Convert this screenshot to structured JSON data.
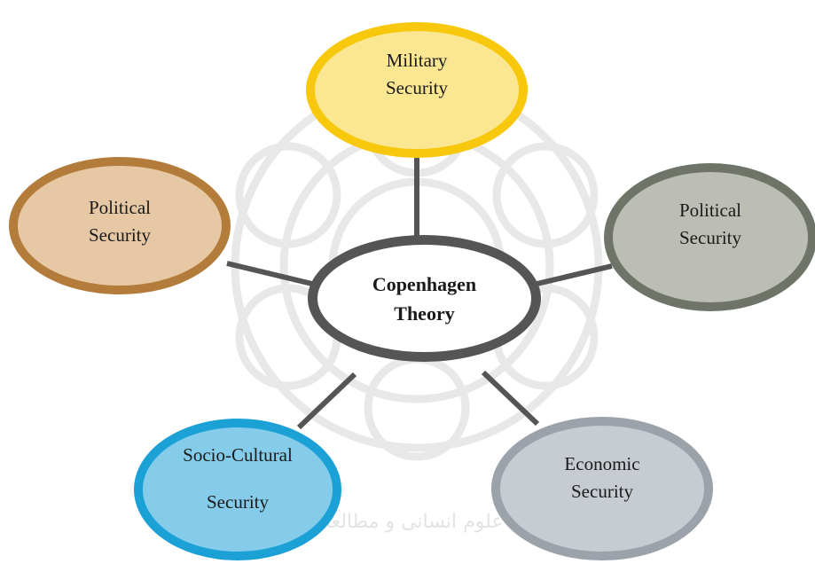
{
  "diagram": {
    "center": {
      "line1": "Copenhagen",
      "line2": "Theory"
    },
    "nodes": {
      "military": {
        "line1": "Military",
        "line2": "Security",
        "border": "#f7c80c",
        "fill": "#fbe792"
      },
      "political_left": {
        "line1": "Political",
        "line2": "Security",
        "border": "#b47c3a",
        "fill": "#e6c8a5"
      },
      "political_right": {
        "line1": "Political",
        "line2": "Security",
        "border": "#6e7568",
        "fill": "#bcbdb5"
      },
      "socio_cultural": {
        "line1": "Socio-Cultural",
        "line2": "Security",
        "border": "#1ba1d5",
        "fill": "#84cce9"
      },
      "economic": {
        "line1": "Economic",
        "line2": "Security",
        "border": "#9ba2aa",
        "fill": "#c7ccd2"
      }
    },
    "connector_color": "#555555",
    "watermark": {
      "text": "پژوهشگاه علوم انسانی و مطالعات فرهنگی",
      "color": "#e3e3e3"
    }
  }
}
